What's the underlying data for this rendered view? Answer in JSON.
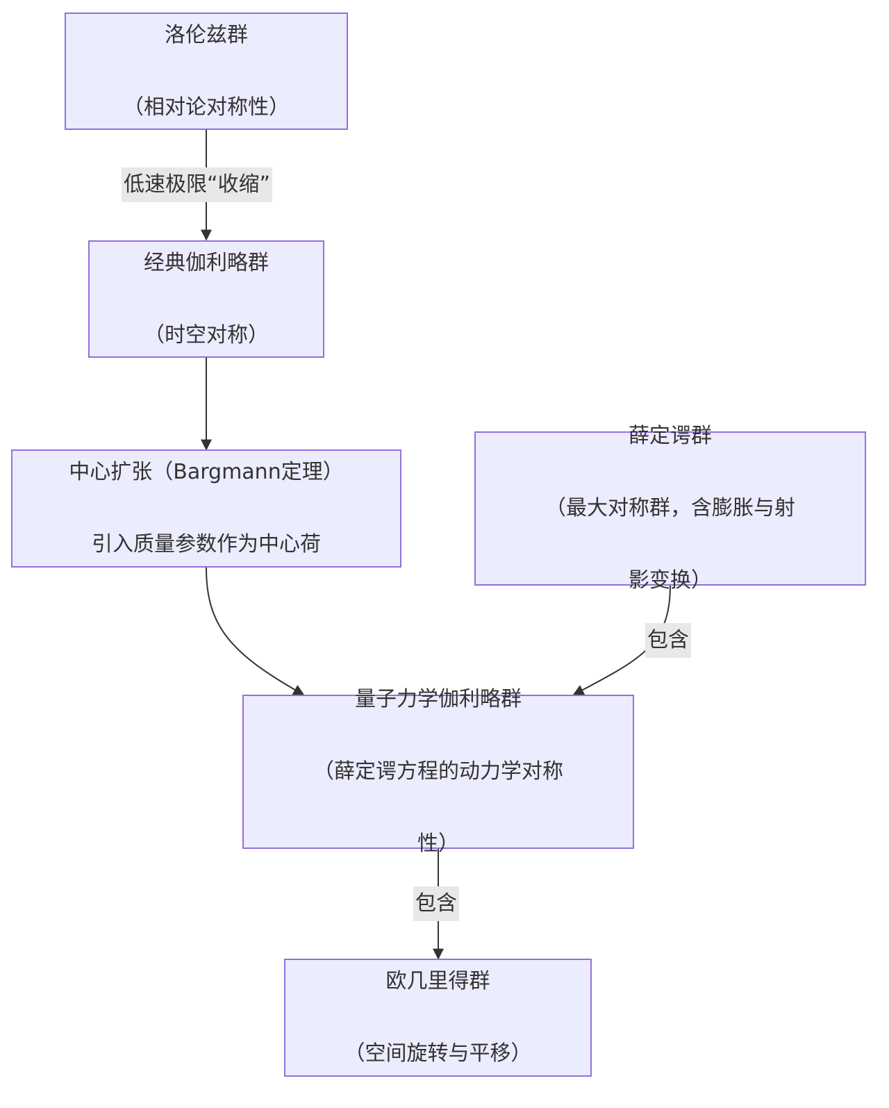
{
  "diagram": {
    "type": "flowchart",
    "direction": "top-down",
    "colors": {
      "node_fill": "#ECECFF",
      "node_border": "#9370DB",
      "text": "#333333",
      "edge": "#333333",
      "edge_label_bg": "#e8e8e8"
    },
    "nodes": [
      {
        "id": "lorentz",
        "line1": "洛伦兹群",
        "line2": "（相对论对称性）"
      },
      {
        "id": "galilei",
        "line1": "经典伽利略群",
        "line2": "（时空对称）"
      },
      {
        "id": "central",
        "line1": "中心扩张（Bargmann定理）",
        "line2": "引入质量参数作为中心荷"
      },
      {
        "id": "schrodinger",
        "line1": "薛定谔群",
        "line2": "（最大对称群，含膨胀与射",
        "line3": "影变换）"
      },
      {
        "id": "quantum",
        "line1": "量子力学伽利略群",
        "line2": "（薛定谔方程的动力学对称",
        "line3": "性）"
      },
      {
        "id": "euclid",
        "line1": "欧几里得群",
        "line2": "（空间旋转与平移）"
      }
    ],
    "edges": [
      {
        "from": "lorentz",
        "to": "galilei",
        "label": "低速极限“收缩”"
      },
      {
        "from": "galilei",
        "to": "central",
        "label": ""
      },
      {
        "from": "central",
        "to": "quantum",
        "label": ""
      },
      {
        "from": "schrodinger",
        "to": "quantum",
        "label": "包含"
      },
      {
        "from": "quantum",
        "to": "euclid",
        "label": "包含"
      }
    ]
  }
}
